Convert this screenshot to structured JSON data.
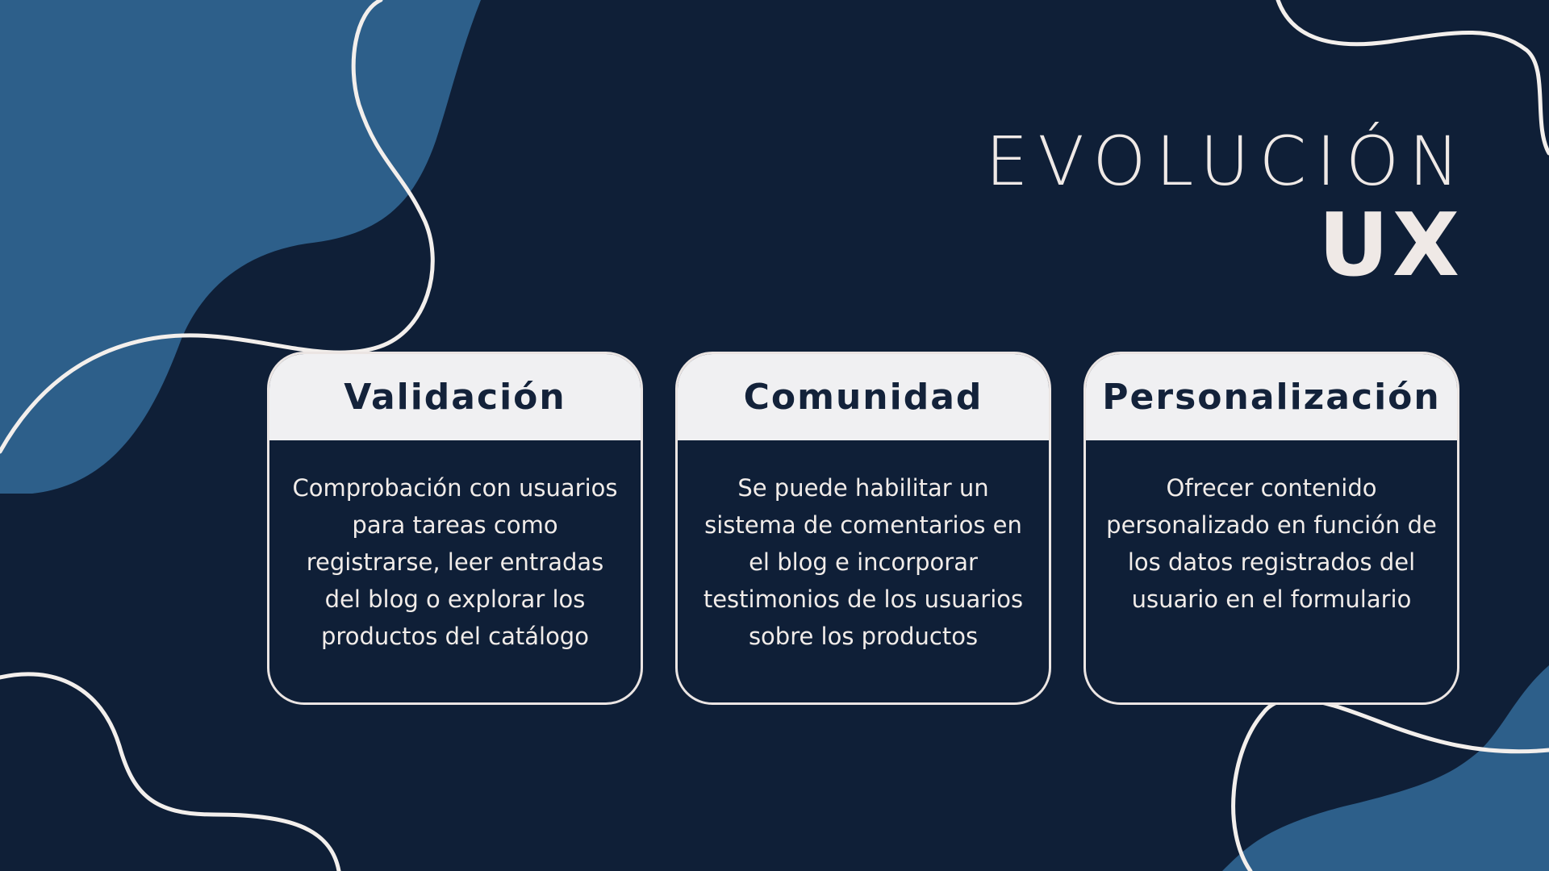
{
  "title": {
    "line1": "EVOLUCIÓN",
    "line2": "UX"
  },
  "cards": [
    {
      "heading": "Validación",
      "text": "Comprobación con usuarios para tareas como registrarse, leer entradas del blog o explorar los productos del catálogo"
    },
    {
      "heading": "Comunidad",
      "text": "Se puede habilitar un sistema de comentarios en el blog e incorporar testimonios de los usuarios sobre los productos"
    },
    {
      "heading": "Personalización",
      "text": "Ofrecer contenido personalizado en función de los datos registrados del usuario en el formulario"
    }
  ],
  "colors": {
    "background": "#0f1f37",
    "blob": "#2d5f8a",
    "line": "#f3efec",
    "card_header": "#f0f0f2",
    "card_border": "#ebe5e3",
    "text_light": "#efe9e6",
    "text_dark": "#13223a"
  }
}
